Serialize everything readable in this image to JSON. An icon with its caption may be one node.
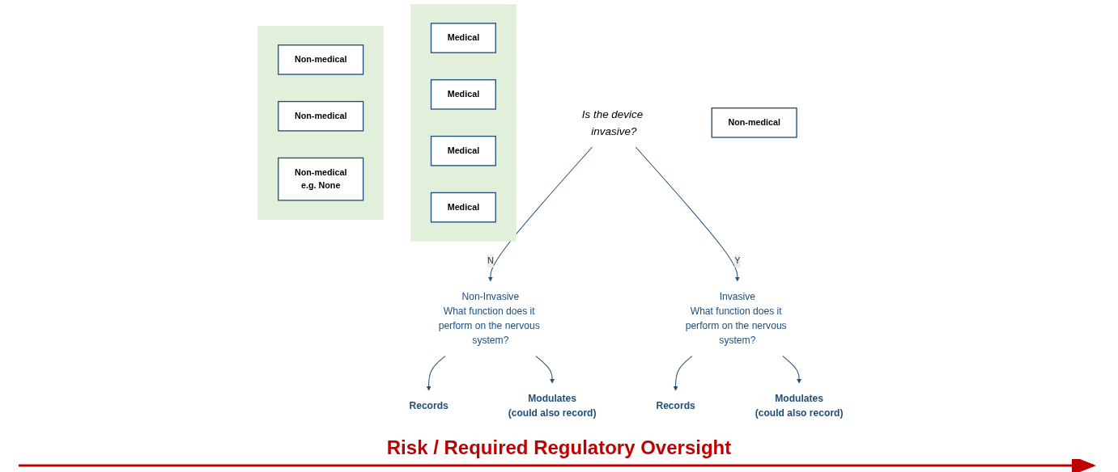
{
  "diagram": {
    "nodes": [
      {
        "text": [
          "Is the device invasive?"
        ]
      },
      {
        "text": [
          "Non-Invasive",
          "What function does it perform on the nervous system?"
        ]
      },
      {
        "text": [
          "Invasive",
          "What function does it perform on the nervous system?"
        ]
      },
      {
        "text": [
          "Records"
        ]
      },
      {
        "text": [
          "Modulates",
          "(could also record)"
        ]
      },
      {
        "text": [
          "Records"
        ]
      },
      {
        "text": [
          "Modulates",
          "(could also record)"
        ]
      },
      {
        "text": [],
        "shape": "box"
      },
      {
        "text": [
          "Medical"
        ],
        "in": 7
      },
      {
        "text": [
          "Medical"
        ],
        "in": 7
      },
      {
        "text": [
          "Medical"
        ],
        "in": 7
      },
      {
        "text": [
          "Medical"
        ],
        "in": 7
      },
      {
        "text": [],
        "shape": "box"
      },
      {
        "text": [
          "Non-medical"
        ]
      },
      {
        "text": [
          "Non-medical"
        ],
        "in": 12
      },
      {
        "text": [
          "Non-medical"
        ],
        "in": 12
      },
      {
        "text": [
          "Non-medical",
          "e.g. None"
        ],
        "in": 12
      }
    ],
    "edges": [
      {
        "from": 0,
        "to": 1,
        "arrow": "to",
        "label": "N"
      },
      {
        "from": 0,
        "to": 2,
        "arrow": "to",
        "label": "Y"
      },
      {
        "from": 1,
        "to": 3,
        "arrow": "to"
      },
      {
        "from": 1,
        "to": 4,
        "arrow": "to"
      },
      {
        "from": 2,
        "to": 5,
        "arrow": "to"
      },
      {
        "from": 2,
        "to": 6,
        "arrow": "to"
      }
    ],
    "labels": [
      "Risk / Required Regulatory Oversight"
    ]
  }
}
